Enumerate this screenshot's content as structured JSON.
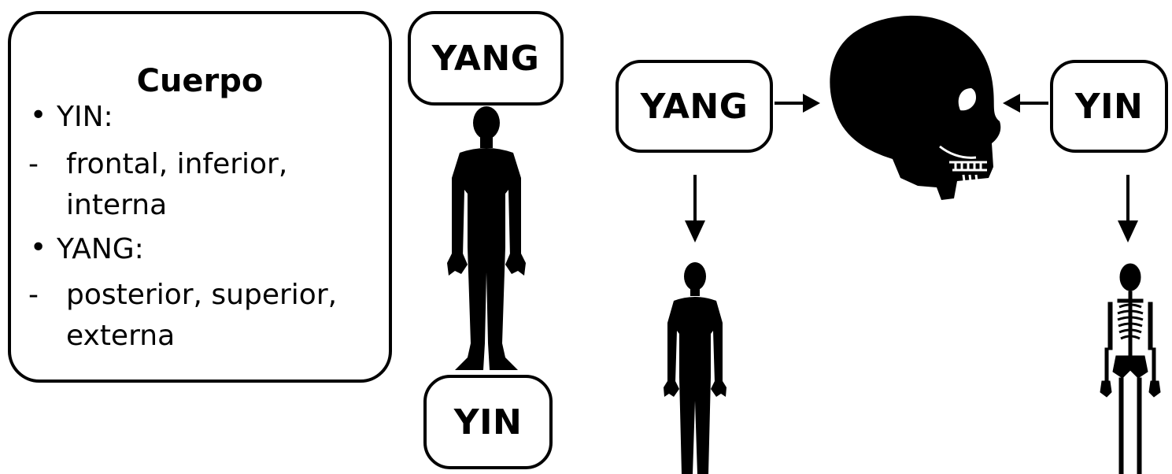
{
  "info_box": {
    "title": "Cuerpo",
    "yin_heading": "YIN:",
    "yin_dash": "-",
    "yin_line1": "frontal, inferior,",
    "yin_line2": "interna",
    "yang_heading": "YANG:",
    "yang_dash": "-",
    "yang_line1": "posterior, superior,",
    "yang_line2": "externa"
  },
  "body_diagram": {
    "top_label": "YANG",
    "bottom_label": "YIN"
  },
  "skull_diagram": {
    "left_label": "YANG",
    "right_label": "YIN"
  }
}
